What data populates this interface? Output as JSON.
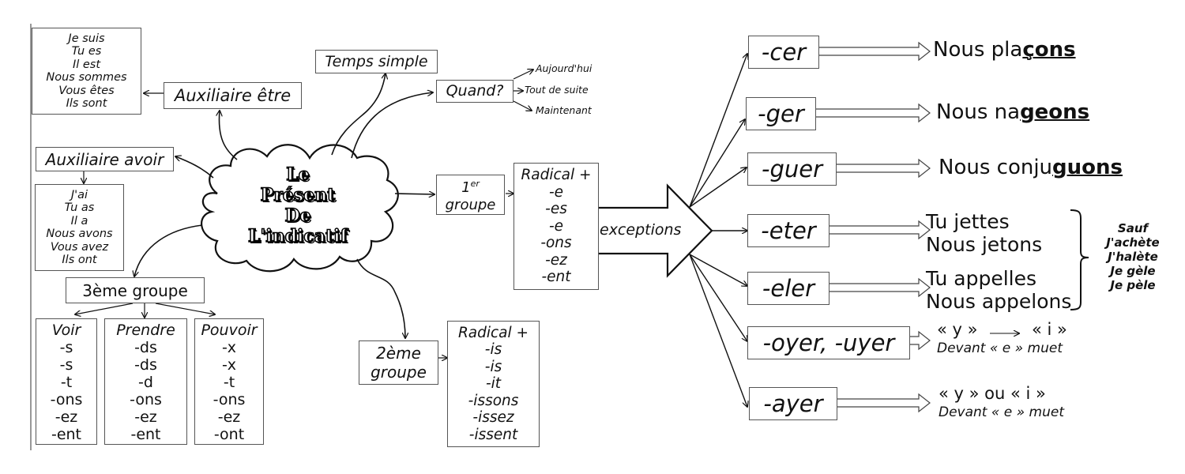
{
  "title": {
    "lines": [
      "Le",
      "Présent",
      "De",
      "L'indicatif"
    ]
  },
  "auxiliaire_etre": {
    "label": "Auxiliaire être",
    "conjugation": [
      "Je suis",
      "Tu es",
      "Il est",
      "Nous sommes",
      "Vous êtes",
      "Ils sont"
    ]
  },
  "auxiliaire_avoir": {
    "label": "Auxiliaire avoir",
    "conjugation": [
      "J'ai",
      "Tu as",
      "Il a",
      "Nous avons",
      "Vous avez",
      "Ils ont"
    ]
  },
  "temps_simple": {
    "label": "Temps simple"
  },
  "quand": {
    "label": "Quand?",
    "options": [
      "Aujourd'hui",
      "Tout de suite",
      "Maintenant"
    ]
  },
  "groupe1": {
    "label_num": "1",
    "label_sup": "er",
    "label_word": "groupe",
    "endings": [
      "Radical +",
      "-e",
      "-es",
      "-e",
      "-ons",
      "-ez",
      "-ent"
    ],
    "exceptions_label": "exceptions"
  },
  "groupe2": {
    "label_line1": "2ème",
    "label_line2": "groupe",
    "endings": [
      "Radical +",
      "-is",
      "-is",
      "-it",
      "-issons",
      "-issez",
      "-issent"
    ]
  },
  "groupe3": {
    "label": "3ème groupe",
    "verbs": [
      {
        "name": "Voir",
        "endings": [
          "-s",
          "-s",
          "-t",
          "-ons",
          "-ez",
          "-ent"
        ]
      },
      {
        "name": "Prendre",
        "endings": [
          "-ds",
          "-ds",
          "-d",
          "-ons",
          "-ez",
          "-ent"
        ]
      },
      {
        "name": "Pouvoir",
        "endings": [
          "-x",
          "-x",
          "-t",
          "-ons",
          "-ez",
          "-ont"
        ]
      }
    ]
  },
  "exceptions": [
    {
      "ending": "-cer",
      "example_prefix": "Nous pla",
      "example_emph": "çons"
    },
    {
      "ending": "-ger",
      "example_prefix": "Nous na",
      "example_emph": "geons"
    },
    {
      "ending": "-guer",
      "example_prefix": "Nous conju",
      "example_emph": "guons"
    },
    {
      "ending": "-eter",
      "example_lines": [
        "Tu jettes",
        "Nous jetons"
      ]
    },
    {
      "ending": "-eler",
      "example_lines": [
        "Tu appelles",
        "Nous appelons"
      ]
    },
    {
      "ending": "-oyer, -uyer",
      "rule_from": "« y »",
      "rule_to": "« i »",
      "rule_note": "Devant « e » muet"
    },
    {
      "ending": "-ayer",
      "rule_text": "« y » ou « i »",
      "rule_note": "Devant « e » muet"
    }
  ],
  "sauf": {
    "lines": [
      "Sauf",
      "J'achète",
      "J'halète",
      "Je gèle",
      "Je pèle"
    ]
  }
}
